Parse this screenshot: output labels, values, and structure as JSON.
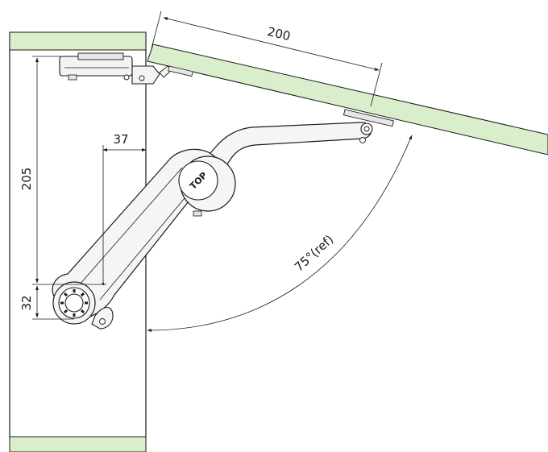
{
  "dimensions": {
    "lid_length": "200",
    "horizontal_offset": "37",
    "vertical_height": "205",
    "pivot_height": "32",
    "opening_angle": "75°(ref)"
  },
  "logo_text": "TOP",
  "colors": {
    "panel_fill": "#d9efcb",
    "line": "#1a1a1a",
    "mechanism_fill": "#f5f5f5"
  }
}
